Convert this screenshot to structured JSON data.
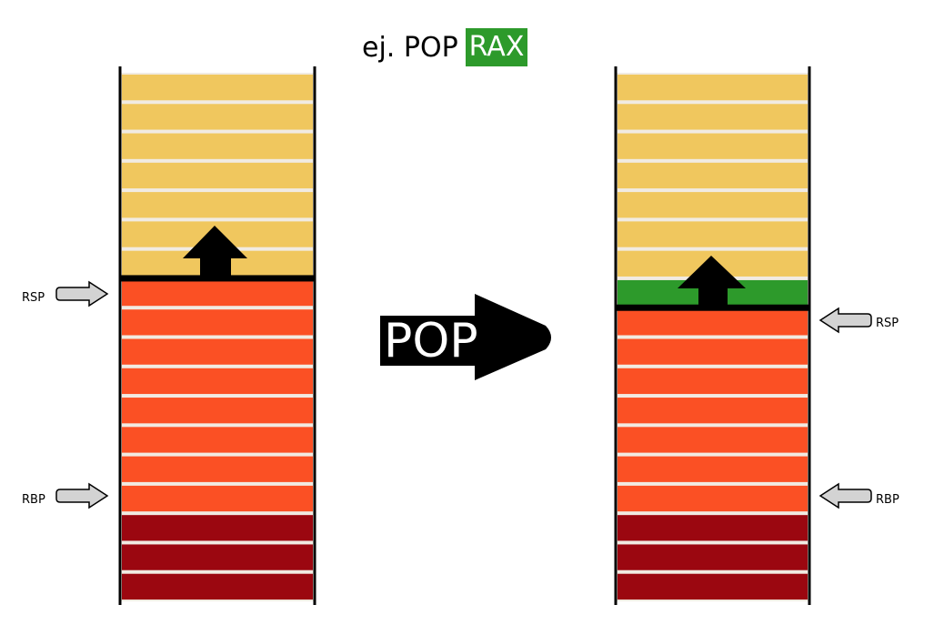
{
  "title": {
    "prefix": "ej. POP",
    "register": "RAX"
  },
  "operation": {
    "label": "POP"
  },
  "colors": {
    "free_slot": "#f0c75e",
    "frame_slot": "#fb5024",
    "caller_frame_slot": "#9b0710",
    "popped_slot": "#2d9a2b",
    "slot_divider": "#f1ebe2",
    "pointer_arrow_fill": "#d3d3d3",
    "stack_border": "#000000"
  },
  "before": {
    "rsp_label": "RSP",
    "rbp_label": "RBP",
    "slots": [
      "free",
      "free",
      "free",
      "free",
      "free",
      "free",
      "free",
      "frame",
      "frame",
      "frame",
      "frame",
      "frame",
      "frame",
      "frame",
      "frame",
      "caller",
      "caller",
      "caller"
    ]
  },
  "after": {
    "rsp_label": "RSP",
    "rbp_label": "RBP",
    "slots": [
      "free",
      "free",
      "free",
      "free",
      "free",
      "free",
      "free",
      "popped",
      "frame",
      "frame",
      "frame",
      "frame",
      "frame",
      "frame",
      "frame",
      "caller",
      "caller",
      "caller"
    ]
  }
}
